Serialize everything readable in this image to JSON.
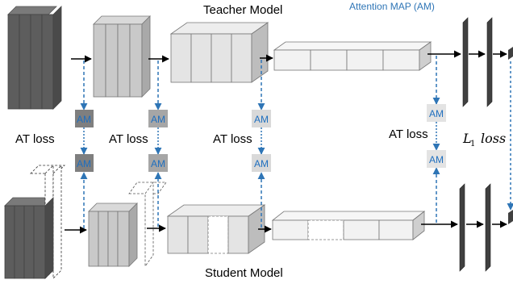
{
  "teacher_title": "Teacher Model",
  "student_title": "Student Model",
  "legend_label": "Attention MAP (AM)",
  "am_label": "AM",
  "at_loss_label": "AT loss",
  "l1_loss_symbol": "L",
  "l1_loss_subscript": "1",
  "l1_loss_word": "loss",
  "colors": {
    "legend_text": "#2e75b6",
    "am_text": "#1f6fbf",
    "dashed_arrow": "#2e75b6",
    "am_box_dark": "#7f7f7f",
    "am_box_mid": "#a6a6a6",
    "am_box_light": "#d9d9d9",
    "fc_bar": "#404040"
  }
}
